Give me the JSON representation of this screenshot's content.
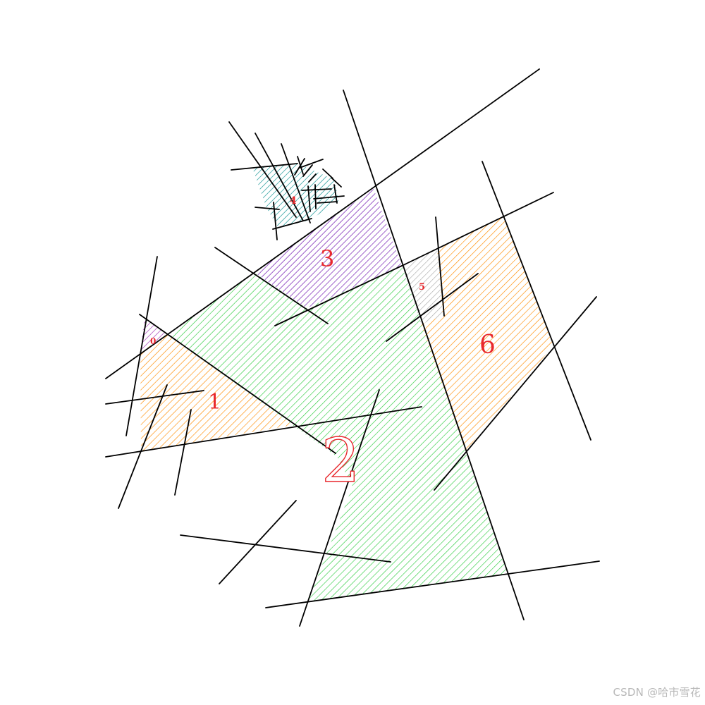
{
  "diagram": {
    "regions": [
      {
        "label": "0",
        "color": "#9c27b0"
      },
      {
        "label": "1",
        "color": "#ff8c00"
      },
      {
        "label": "2",
        "color": "#2ecc40"
      },
      {
        "label": "3",
        "color": "#6a0dad"
      },
      {
        "label": "4",
        "color": "#008b8b"
      },
      {
        "label": "5",
        "color": "#a9a9a9"
      },
      {
        "label": "6",
        "color": "#ff8c00"
      }
    ]
  },
  "watermark": "CSDN @哈市雪花"
}
